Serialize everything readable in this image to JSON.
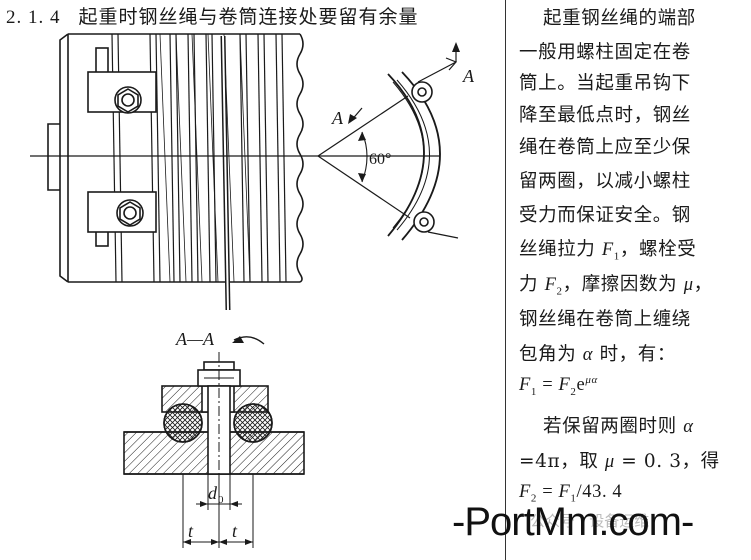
{
  "heading": {
    "number": "2. 1. 4",
    "title": "起重时钢丝绳与卷筒连接处要留有余量"
  },
  "figure": {
    "section_label": "A—A",
    "angle_label": "60°",
    "arrow_label_a": "A",
    "arrow_label_b": "A",
    "dim_d0": "d",
    "dim_d0_sub": "0",
    "dim_t1": "t",
    "dim_t2": "t"
  },
  "text": {
    "p1": [
      "起重钢丝绳的端部",
      "一般用螺柱固定在卷",
      "筒上。当起重吊钩下",
      "降至最低点时，钢丝",
      "绳在卷筒上应至少保",
      "留两圈，以减小螺柱",
      "受力而保证安全。钢"
    ],
    "l8a": "丝绳拉力 ",
    "l8F": "F",
    "l8s": "1",
    "l8b": "，螺栓受",
    "l9a": "力 ",
    "l9F": "F",
    "l9s": "2",
    "l9b": "，摩擦因数为 ",
    "l9mu": "μ",
    "l9c": "，",
    "l10": "钢丝绳在卷筒上缠绕",
    "l11a": "包角为 ",
    "l11al": "α",
    "l11b": " 时，有：",
    "f1": {
      "F1": "F",
      "s1": "1",
      "eq": " = ",
      "F2": "F",
      "s2": "2",
      "e": "e",
      "sup": "μα"
    },
    "p2a": "若保留两圈时则 ",
    "p2al": "α",
    "p2b": "=4π，取 ",
    "p2mu": "μ",
    "p2c": " = 0. 3，得",
    "f2": {
      "F2": "F",
      "s2": "2",
      "eq": " = ",
      "F1": "F",
      "s1": "1",
      "rest": "/43. 4"
    }
  },
  "watermark": {
    "main": "-PortMm.com-",
    "faint": "公众号 · 设备运维"
  }
}
